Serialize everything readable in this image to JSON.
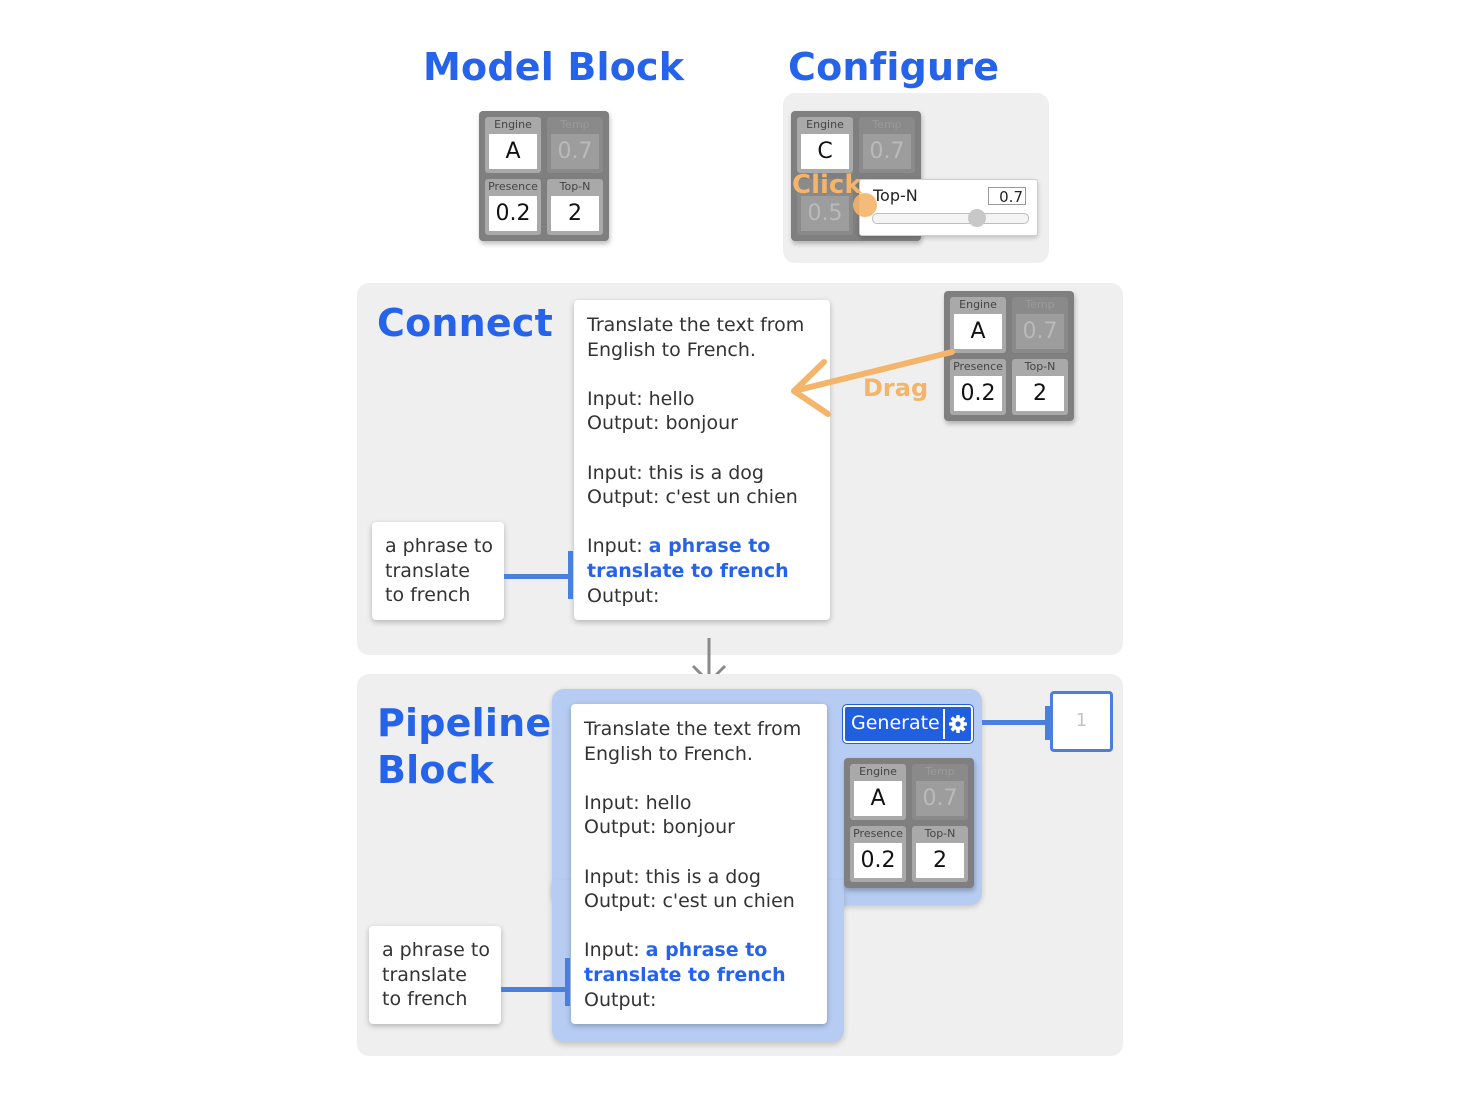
{
  "headings": {
    "model_block": "Model Block",
    "configure": "Configure",
    "connect": "Connect",
    "pipeline_block_l1": "Pipeline",
    "pipeline_block_l2": "Block"
  },
  "model_block": {
    "engine_label": "Engine",
    "engine_value": "A",
    "temp_label": "Temp",
    "temp_value": "0.7",
    "presence_label": "Presence",
    "presence_value": "0.2",
    "topn_label": "Top-N",
    "topn_value": "2"
  },
  "configure": {
    "engine_label": "Engine",
    "engine_value": "C",
    "temp_label": "Temp",
    "temp_value": "0.7",
    "dim_value": "0.5",
    "click_label": "Click",
    "popup_label": "Top-N",
    "popup_value": "0.7",
    "slider_level": 0.68
  },
  "connect": {
    "prompt_lines": [
      "Translate the text from",
      "English to French.",
      "",
      "Input: hello",
      "Output: bonjour",
      "",
      "Input: this is a dog",
      "Output: c'est un chien",
      ""
    ],
    "input_prefix": "Input: ",
    "input_hl_1": "a phrase to",
    "input_hl_2": "translate to french",
    "output_line": "Output:",
    "input_card_lines": [
      "a phrase to",
      "translate",
      "to french"
    ],
    "drag_label": "Drag",
    "model": {
      "engine_label": "Engine",
      "engine_value": "A",
      "temp_label": "Temp",
      "temp_value": "0.7",
      "presence_label": "Presence",
      "presence_value": "0.2",
      "topn_label": "Top-N",
      "topn_value": "2"
    }
  },
  "pipeline": {
    "prompt_lines": [
      "Translate the text from",
      "English to French.",
      "",
      "Input: hello",
      "Output: bonjour",
      "",
      "Input: this is a dog",
      "Output: c'est un chien",
      ""
    ],
    "input_prefix": "Input: ",
    "input_hl_1": "a phrase to",
    "input_hl_2": "translate to french",
    "output_line": "Output:",
    "input_card_lines": [
      "a phrase to",
      "translate",
      "to french"
    ],
    "generate_label": "Generate",
    "output_count": "1",
    "model": {
      "engine_label": "Engine",
      "engine_value": "A",
      "temp_label": "Temp",
      "temp_value": "0.7",
      "presence_label": "Presence",
      "presence_value": "0.2",
      "topn_label": "Top-N",
      "topn_value": "2"
    }
  },
  "colors": {
    "accent": "#2563eb",
    "annotation_orange": "#f4b46a",
    "panel_bg": "#efefef",
    "pipeline_bg": "#b7ccf2"
  }
}
